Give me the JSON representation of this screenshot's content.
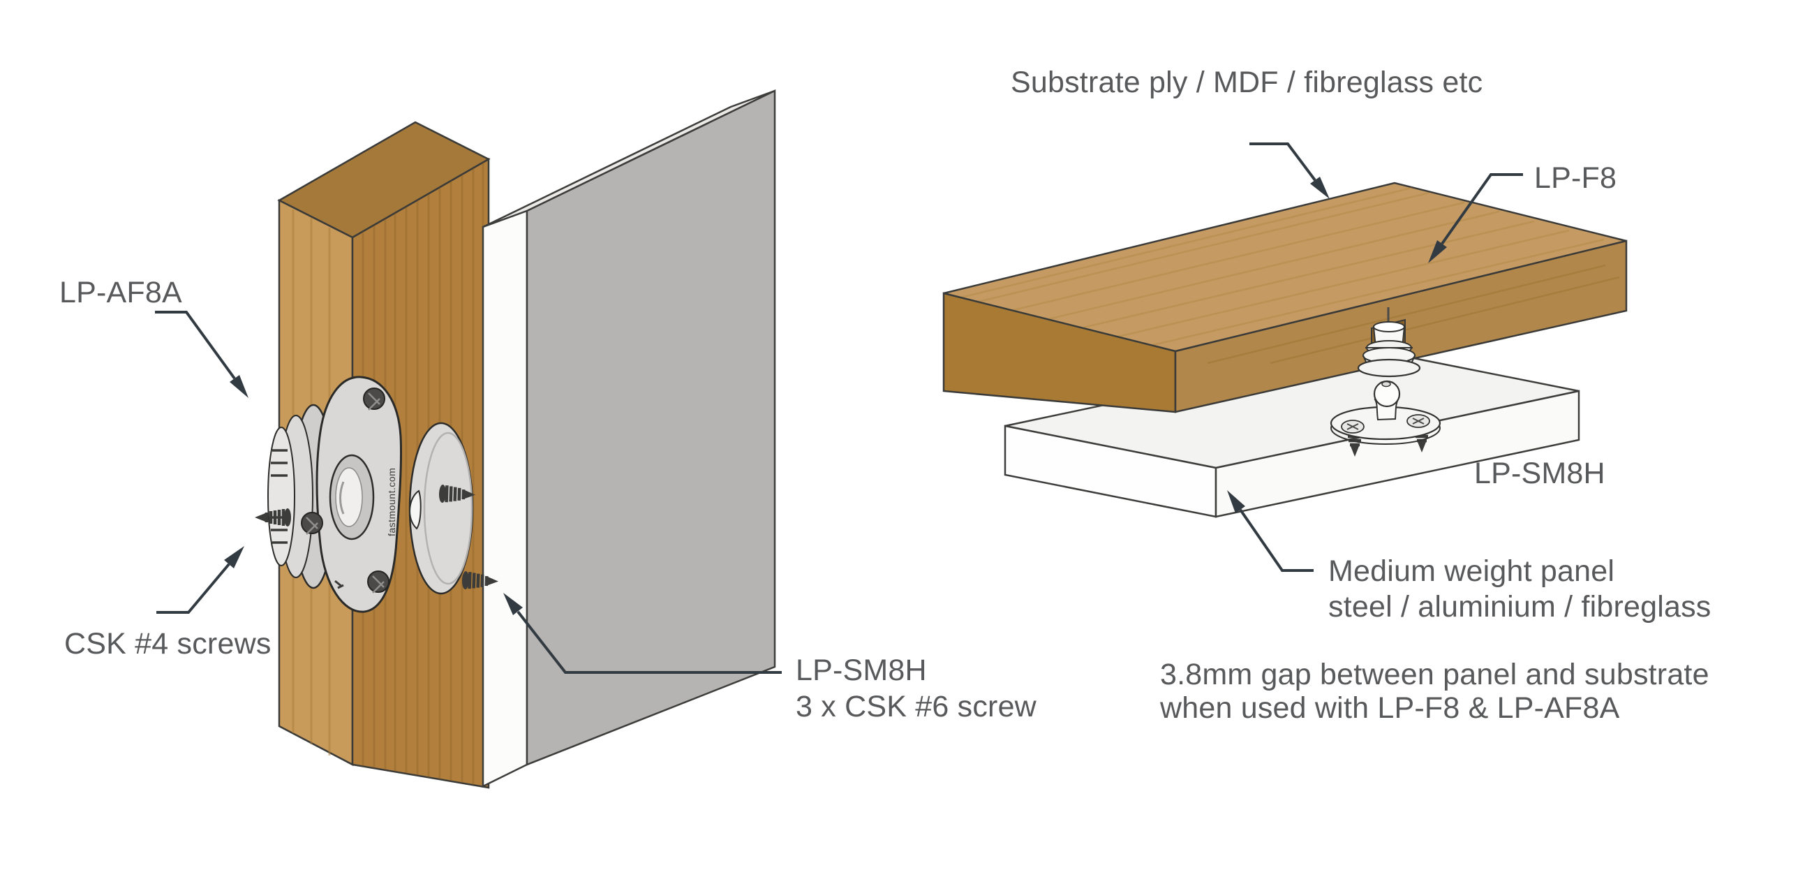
{
  "diagram": {
    "colors": {
      "background": "#ffffff",
      "text": "#58595b",
      "leader_line": "#333b42",
      "wood_front": "#b2803c",
      "wood_light": "#c99b5b",
      "wood_top": "#a5793a",
      "slab_top": "#c59b63",
      "slab_left": "#a97a33",
      "slab_right": "#b2874b",
      "panel_gray": "#b5b4b2",
      "panel_white": "#f3f3f1",
      "hardware": "#d9d8d6"
    },
    "left_view": {
      "labels": {
        "lp_af8a": "LP-AF8A",
        "csk4_screws": "CSK #4 screws",
        "lp_sm8h_line1": "LP-SM8H",
        "lp_sm8h_line2": "3 x CSK #6 screw"
      },
      "plate_marking": "fastmount.com"
    },
    "right_view": {
      "labels": {
        "substrate": "Substrate ply / MDF / fibreglass etc",
        "lp_f8": "LP-F8",
        "lp_sm8h": "LP-SM8H",
        "medium_panel_line1": "Medium weight panel",
        "medium_panel_line2": "steel / aluminium / fibreglass",
        "gap_note_line1": "3.8mm gap between panel and substrate",
        "gap_note_line2": "when used with LP-F8 & LP-AF8A"
      }
    }
  }
}
